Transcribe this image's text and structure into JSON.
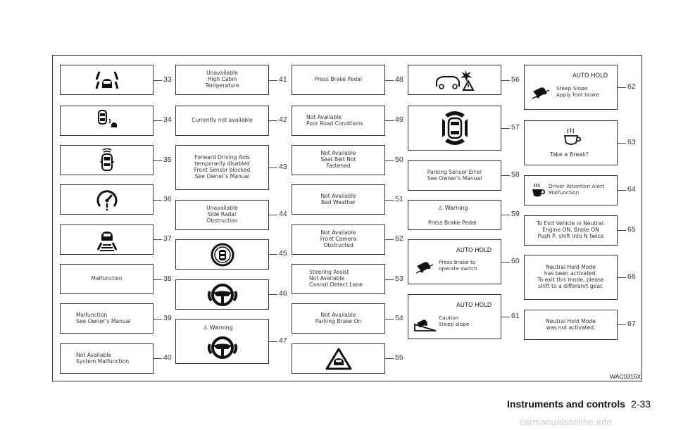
{
  "figure_code": "WAC0316X",
  "footer": {
    "section": "Instruments and controls",
    "page": "2-33"
  },
  "watermark": "carmanualsonline.info",
  "panels": {
    "p33": {
      "num": "33",
      "icon": "lane-departure-icon"
    },
    "p34": {
      "num": "34",
      "icon": "blind-spot-icon"
    },
    "p35": {
      "num": "35",
      "icon": "car-sensor-icon"
    },
    "p36": {
      "num": "36",
      "icon": "speedometer-warning-icon"
    },
    "p37": {
      "num": "37",
      "icon": "lane-assist-icon"
    },
    "p38": {
      "num": "38",
      "text": "Malfunction"
    },
    "p39": {
      "num": "39",
      "text": "Malfunction\nSee Owner's Manual"
    },
    "p40": {
      "num": "40",
      "text": "Not Available\nSystem Malfunction"
    },
    "p41": {
      "num": "41",
      "text": "Unavailable\nHigh Cabin\nTemperature"
    },
    "p42": {
      "num": "42",
      "text": "Currently not available"
    },
    "p43": {
      "num": "43",
      "text": "Forward Driving Aids\ntemporarily disabled\nFront Sensor blocked\nSee Owner's Manual"
    },
    "p44": {
      "num": "44",
      "text": "Unavailable\nSide Radar\nObstruction"
    },
    "p45": {
      "num": "45",
      "icon": "radar-car-icon"
    },
    "p46": {
      "num": "46",
      "icon": "steering-wheel-icon"
    },
    "p47": {
      "num": "47",
      "warning": "Warning",
      "icon": "steering-wheel-hands-icon"
    },
    "p48": {
      "num": "48",
      "text": "Press Brake Pedal"
    },
    "p49": {
      "num": "49",
      "text": "Not Available\nPoor Road Conditions"
    },
    "p50": {
      "num": "50",
      "text": "Not Available\nSeat Belt Not\nFastened"
    },
    "p51": {
      "num": "51",
      "text": "Not Available\nBad Weather"
    },
    "p52": {
      "num": "52",
      "text": "Not Available\nFront Camera\nObstructed"
    },
    "p53": {
      "num": "53",
      "text": "Steering Assist\nNot Available\nCannot Detect Lane"
    },
    "p54": {
      "num": "54",
      "text": "Not Available\nParking Brake On"
    },
    "p55": {
      "num": "55",
      "icon": "car-triangle-icon"
    },
    "p56": {
      "num": "56",
      "icon": "collision-warning-icon"
    },
    "p57": {
      "num": "57",
      "icon": "parking-sensor-car-icon"
    },
    "p58": {
      "num": "58",
      "text": "Parking Sensor Error\nSee Owner's Manual"
    },
    "p59": {
      "num": "59",
      "warning": "Warning",
      "text": "Press Brake Pedal"
    },
    "p60": {
      "num": "60",
      "header": "AUTO HOLD",
      "text": "Press brake to\noperate switch",
      "icon": "car-slope-icon"
    },
    "p61": {
      "num": "61",
      "header": "AUTO HOLD",
      "text": "Caution\nSteep slope",
      "icon": "hill-car-icon"
    },
    "p62": {
      "num": "62",
      "header": "AUTO HOLD",
      "text": "Steep Slope\nApply foot brake",
      "icon": "car-slope-icon"
    },
    "p63": {
      "num": "63",
      "text": "Take a Break?",
      "icon": "coffee-cup-icon"
    },
    "p64": {
      "num": "64",
      "text": "Driver Attention Alert\nMalfunction",
      "icon": "coffee-cup-icon"
    },
    "p65": {
      "num": "65",
      "text": "To Exit Vehicle in Neutral:\nEngine ON, Brake ON\nPush P, shift into N twice"
    },
    "p66": {
      "num": "66",
      "text": "Neutral Hold Mode\nhas been activated.\nTo exit this mode, please\nshift to a differenrt gear."
    },
    "p67": {
      "num": "67",
      "text": "Neutral Hold Mode\nwas not activated."
    }
  }
}
